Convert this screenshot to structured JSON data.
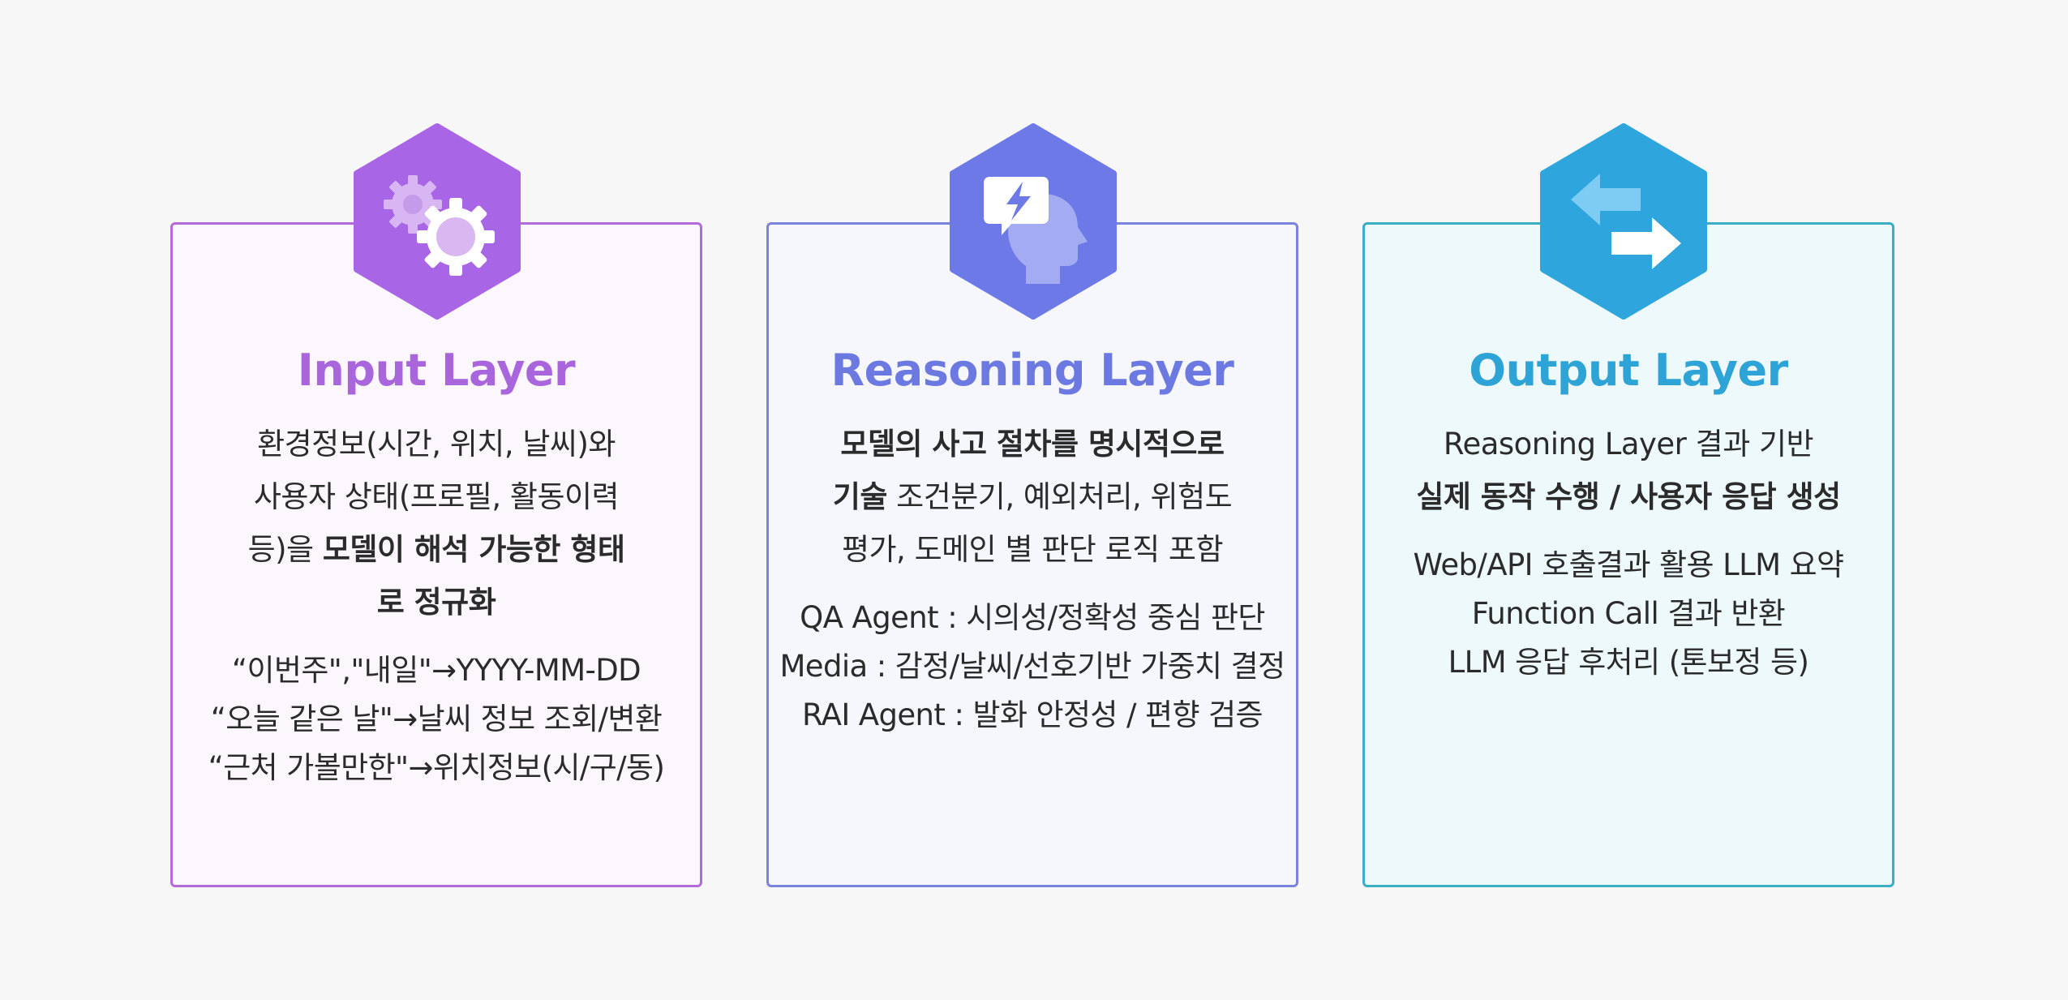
{
  "layers": [
    {
      "title": "Input Layer",
      "desc": [
        [
          {
            "t": "환경정보(시간, 위치, 날씨)와",
            "b": false
          }
        ],
        [
          {
            "t": "사용자 상태(프로필, 활동이력",
            "b": false
          }
        ],
        [
          {
            "t": "등)을 ",
            "b": false
          },
          {
            "t": "모델이 해석 가능한 형태",
            "b": true
          }
        ],
        [
          {
            "t": "로 정규화",
            "b": true
          }
        ]
      ],
      "examples": [
        "“이번주\",\"내일\"→YYYY-MM-DD",
        "“오늘 같은 날\"→날씨 정보 조회/변환",
        "“근처 가볼만한\"→위치정보(시/구/동)"
      ],
      "icon": "gears-icon",
      "color": "#a865dc"
    },
    {
      "title": "Reasoning Layer",
      "desc": [
        [
          {
            "t": "모델의 사고 절차를 명시적으로",
            "b": true
          }
        ],
        [
          {
            "t": "기술",
            "b": true
          },
          {
            "t": " 조건분기, 예외처리, 위험도",
            "b": false
          }
        ],
        [
          {
            "t": "평가, 도메인 별 판단 로직 포함",
            "b": false
          }
        ]
      ],
      "examples": [
        "QA Agent : 시의성/정확성 중심 판단",
        "Media : 감정/날씨/선호기반 가중치 결정",
        "RAI Agent : 발화 안정성 / 편향 검증"
      ],
      "icon": "brain-lightning-icon",
      "color": "#6c79e0"
    },
    {
      "title": "Output Layer",
      "desc": [
        [
          {
            "t": "Reasoning Layer 결과 기반",
            "b": false
          }
        ],
        [
          {
            "t": "실제 동작 수행 / 사용자 응답 생성",
            "b": true
          }
        ]
      ],
      "examples": [
        "Web/API 호출결과 활용 LLM 요약",
        "Function Call 결과 반환",
        "LLM 응답 후처리 (톤보정 등)"
      ],
      "icon": "exchange-arrows-icon",
      "color": "#2ea3d6"
    }
  ]
}
